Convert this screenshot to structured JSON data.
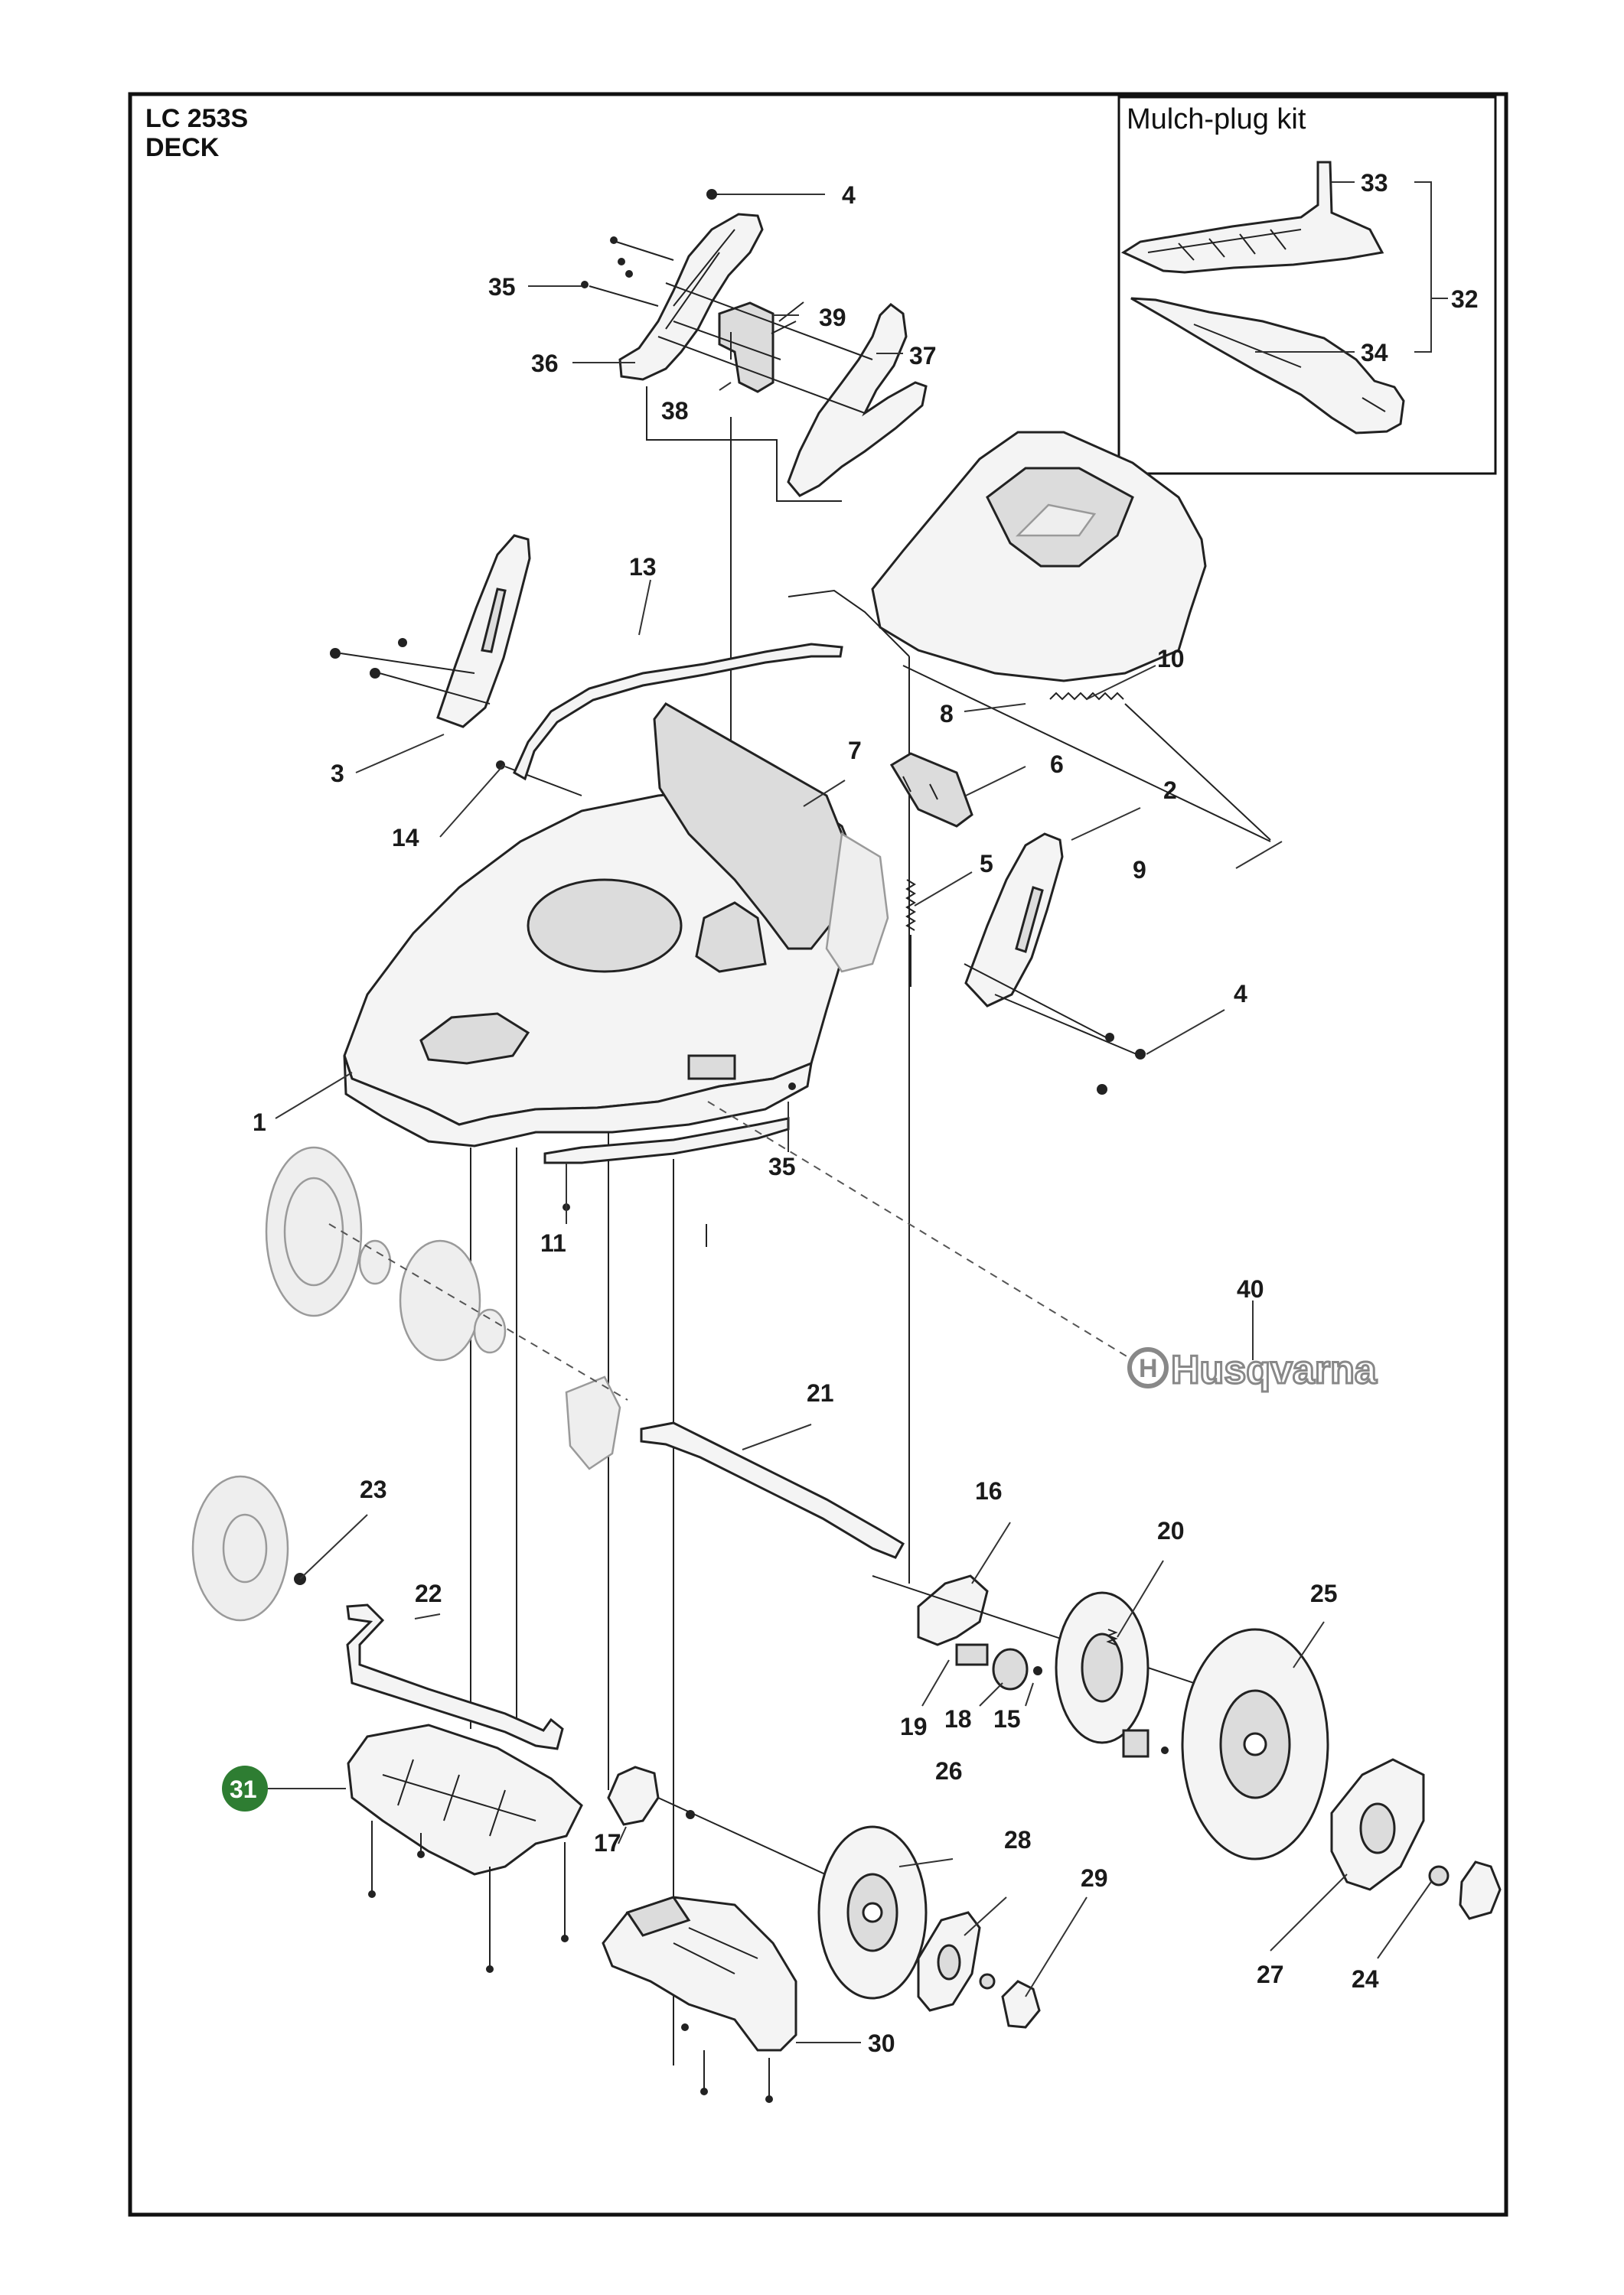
{
  "header": {
    "model": "LC 253S",
    "section": "DECK"
  },
  "inset": {
    "title": "Mulch-plug kit"
  },
  "brand": {
    "logo_text": "Husqvarna"
  },
  "highlight_color": "#2e7d32",
  "callouts": [
    {
      "id": "c4a",
      "text": "4"
    },
    {
      "id": "c35a",
      "text": "35"
    },
    {
      "id": "c39",
      "text": "39"
    },
    {
      "id": "c36",
      "text": "36"
    },
    {
      "id": "c37",
      "text": "37"
    },
    {
      "id": "c38",
      "text": "38"
    },
    {
      "id": "c33",
      "text": "33"
    },
    {
      "id": "c32",
      "text": "32"
    },
    {
      "id": "c34",
      "text": "34"
    },
    {
      "id": "c13",
      "text": "13"
    },
    {
      "id": "c10",
      "text": "10"
    },
    {
      "id": "c8",
      "text": "8"
    },
    {
      "id": "c3",
      "text": "3"
    },
    {
      "id": "c7",
      "text": "7"
    },
    {
      "id": "c6",
      "text": "6"
    },
    {
      "id": "c2",
      "text": "2"
    },
    {
      "id": "c14",
      "text": "14"
    },
    {
      "id": "c9",
      "text": "9"
    },
    {
      "id": "c5",
      "text": "5"
    },
    {
      "id": "c4b",
      "text": "4"
    },
    {
      "id": "c1",
      "text": "1"
    },
    {
      "id": "c35b",
      "text": "35"
    },
    {
      "id": "c11",
      "text": "11"
    },
    {
      "id": "c40",
      "text": "40"
    },
    {
      "id": "c21",
      "text": "21"
    },
    {
      "id": "c23",
      "text": "23"
    },
    {
      "id": "c16",
      "text": "16"
    },
    {
      "id": "c20",
      "text": "20"
    },
    {
      "id": "c22",
      "text": "22"
    },
    {
      "id": "c25",
      "text": "25"
    },
    {
      "id": "c19",
      "text": "19"
    },
    {
      "id": "c18",
      "text": "18"
    },
    {
      "id": "c15",
      "text": "15"
    },
    {
      "id": "c31",
      "text": "31"
    },
    {
      "id": "c26",
      "text": "26"
    },
    {
      "id": "c17",
      "text": "17"
    },
    {
      "id": "c28",
      "text": "28"
    },
    {
      "id": "c29",
      "text": "29"
    },
    {
      "id": "c27",
      "text": "27"
    },
    {
      "id": "c24",
      "text": "24"
    },
    {
      "id": "c30",
      "text": "30"
    }
  ]
}
